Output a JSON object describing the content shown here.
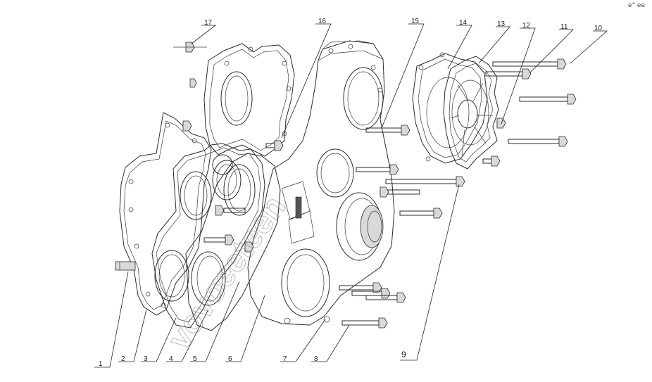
{
  "diagram": {
    "callouts": [
      "1",
      "2",
      "3",
      "4",
      "5",
      "6",
      "7",
      "8",
      "9",
      "10",
      "11",
      "12",
      "13",
      "14",
      "15",
      "16",
      "17"
    ],
    "corner_mark": "e° ee",
    "watermark": "vovoeeteen"
  }
}
